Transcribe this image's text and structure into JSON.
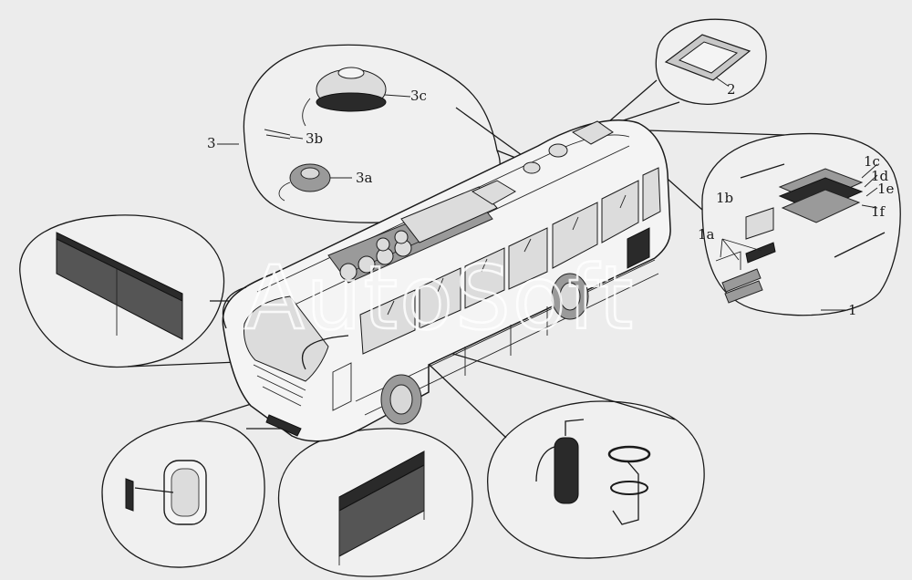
{
  "diagram": {
    "watermark": "AutoSoft",
    "callouts": [
      {
        "id": "1",
        "text": "1"
      },
      {
        "id": "1a",
        "text": "1a"
      },
      {
        "id": "1b",
        "text": "1b"
      },
      {
        "id": "1c",
        "text": "1c"
      },
      {
        "id": "1d",
        "text": "1d"
      },
      {
        "id": "1e",
        "text": "1e"
      },
      {
        "id": "1f",
        "text": "1f"
      },
      {
        "id": "2",
        "text": "2"
      },
      {
        "id": "3",
        "text": "3"
      },
      {
        "id": "3a",
        "text": "3a"
      },
      {
        "id": "3b",
        "text": "3b"
      },
      {
        "id": "3c",
        "text": "3c"
      }
    ],
    "colors": {
      "background": "#ececec",
      "line": "#1a1a1a",
      "watermark": "#ffffff"
    }
  }
}
